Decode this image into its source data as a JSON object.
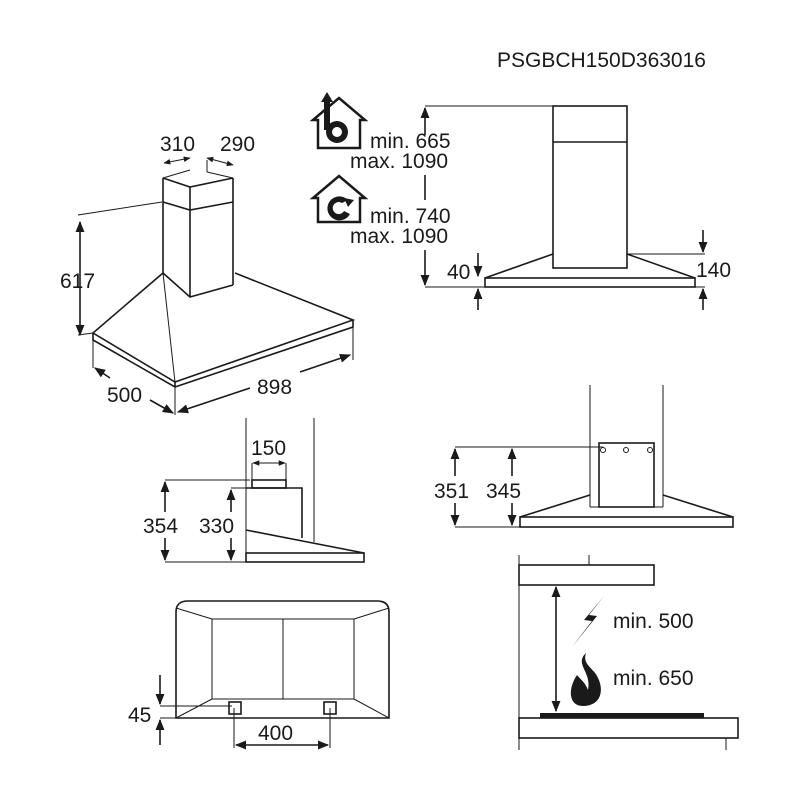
{
  "model_code": "PSGBCH150D363016",
  "perspective_view": {
    "chimney_width": "310",
    "chimney_depth": "290",
    "canopy_height": "617",
    "depth": "500",
    "width": "898"
  },
  "installation_heights": {
    "ducted_icon": "house-fan-extraction-icon",
    "ducted_min": "min. 665",
    "ducted_max": "max. 1090",
    "recirc_icon": "house-fan-recirculation-icon",
    "recirc_min": "min. 740",
    "recirc_max": "max. 1090",
    "canopy_edge": "40",
    "canopy_top": "140"
  },
  "side_view": {
    "outlet_width": "150",
    "total_height": "354",
    "body_height": "330"
  },
  "front_bracket_view": {
    "bracket_height_outer": "351",
    "bracket_height_inner": "345"
  },
  "plan_view": {
    "edge_offset": "45",
    "hole_spacing": "400"
  },
  "clearance": {
    "electric_icon": "lightning-icon",
    "electric_min": "min. 500",
    "gas_icon": "flame-icon",
    "gas_min": "min. 650"
  },
  "colors": {
    "ink": "#1a1a1a",
    "background": "#ffffff"
  }
}
